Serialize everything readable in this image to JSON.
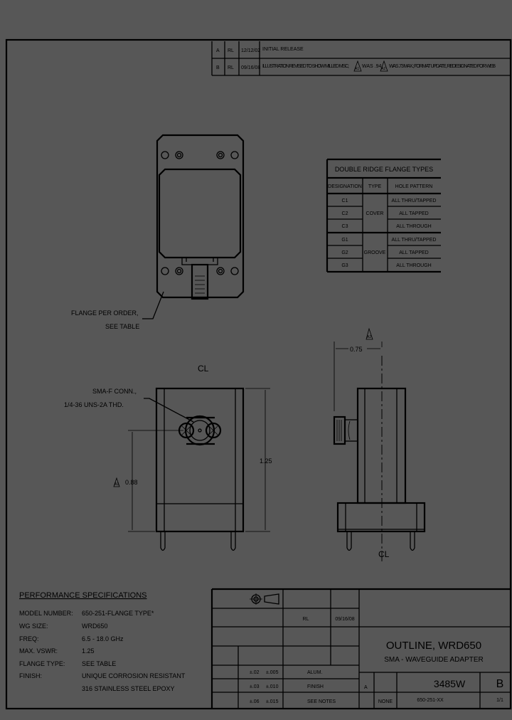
{
  "revisions": [
    {
      "rev": "A",
      "by": "RL",
      "date": "12/12/02",
      "description": "INITIAL RELEASE"
    },
    {
      "rev": "B",
      "by": "RL",
      "date": "09/16/08",
      "description_parts": [
        "ILLUSTRATION REVISED TO SHOW MILLED MSC;",
        "WAS .94,",
        "WAS .73 MAX.; FORMAT UPDATE, REDESIGNATED FOR WEB"
      ],
      "delta_labels": [
        "A1",
        "A2"
      ]
    }
  ],
  "flange_table": {
    "title": "DOUBLE RIDGE FLANGE TYPES",
    "headers": [
      "DESIGNATION",
      "TYPE",
      "HOLE PATTERN"
    ],
    "groups": [
      {
        "type": "COVER",
        "rows": [
          {
            "designation": "C1",
            "hole_pattern": "ALL THRU/TAPPED"
          },
          {
            "designation": "C2",
            "hole_pattern": "ALL TAPPED"
          },
          {
            "designation": "C3",
            "hole_pattern": "ALL THROUGH"
          }
        ]
      },
      {
        "type": "GROOVE",
        "rows": [
          {
            "designation": "G1",
            "hole_pattern": "ALL THRU/TAPPED"
          },
          {
            "designation": "G2",
            "hole_pattern": "ALL TAPPED"
          },
          {
            "designation": "G3",
            "hole_pattern": "ALL THROUGH"
          }
        ]
      }
    ]
  },
  "callouts": {
    "flange": [
      "FLANGE PER ORDER,",
      "SEE TABLE"
    ],
    "connector": [
      "SMA-F CONN.,",
      "1/4-36 UNS-2A THD."
    ],
    "centerline": "CL"
  },
  "dimensions": {
    "height": "1.25",
    "connector_height": "0.88",
    "connector_height_delta": "A1",
    "depth": "0.75",
    "depth_delta": "A2"
  },
  "specs": {
    "title": "PERFORMANCE SPECIFICATIONS",
    "rows": [
      {
        "label": "MODEL NUMBER:",
        "value": "650-251-FLANGE TYPE*"
      },
      {
        "label": "WG SIZE:",
        "value": "WRD650"
      },
      {
        "label": "FREQ:",
        "value": "6.5 - 18.0 GHz"
      },
      {
        "label": "MAX. VSWR:",
        "value": "1.25"
      },
      {
        "label": "FLANGE TYPE:",
        "value": "SEE TABLE"
      },
      {
        "label": "FINISH:",
        "value": "UNIQUE CORROSION RESISTANT"
      },
      {
        "label": "",
        "value": "316 STAINLESS STEEL EPOXY"
      }
    ]
  },
  "title_block": {
    "drawn_by": "RL",
    "drawn_date": "09/16/08",
    "tolerances": [
      {
        "a": "±.02",
        "b": "±.005",
        "note": "ALUM."
      },
      {
        "a": "±.03",
        "b": "±.010",
        "note": "FINISH"
      },
      {
        "a": "±.06",
        "b": "±.015",
        "note": "SEE NOTES"
      }
    ],
    "title": "OUTLINE, WRD650",
    "subtitle": "SMA - WAVEGUIDE ADAPTER",
    "size": "A",
    "drawing_number": "3485W",
    "revision": "B",
    "scale": "NONE",
    "part_number": "650-251-XX",
    "sheet": "1/1"
  }
}
